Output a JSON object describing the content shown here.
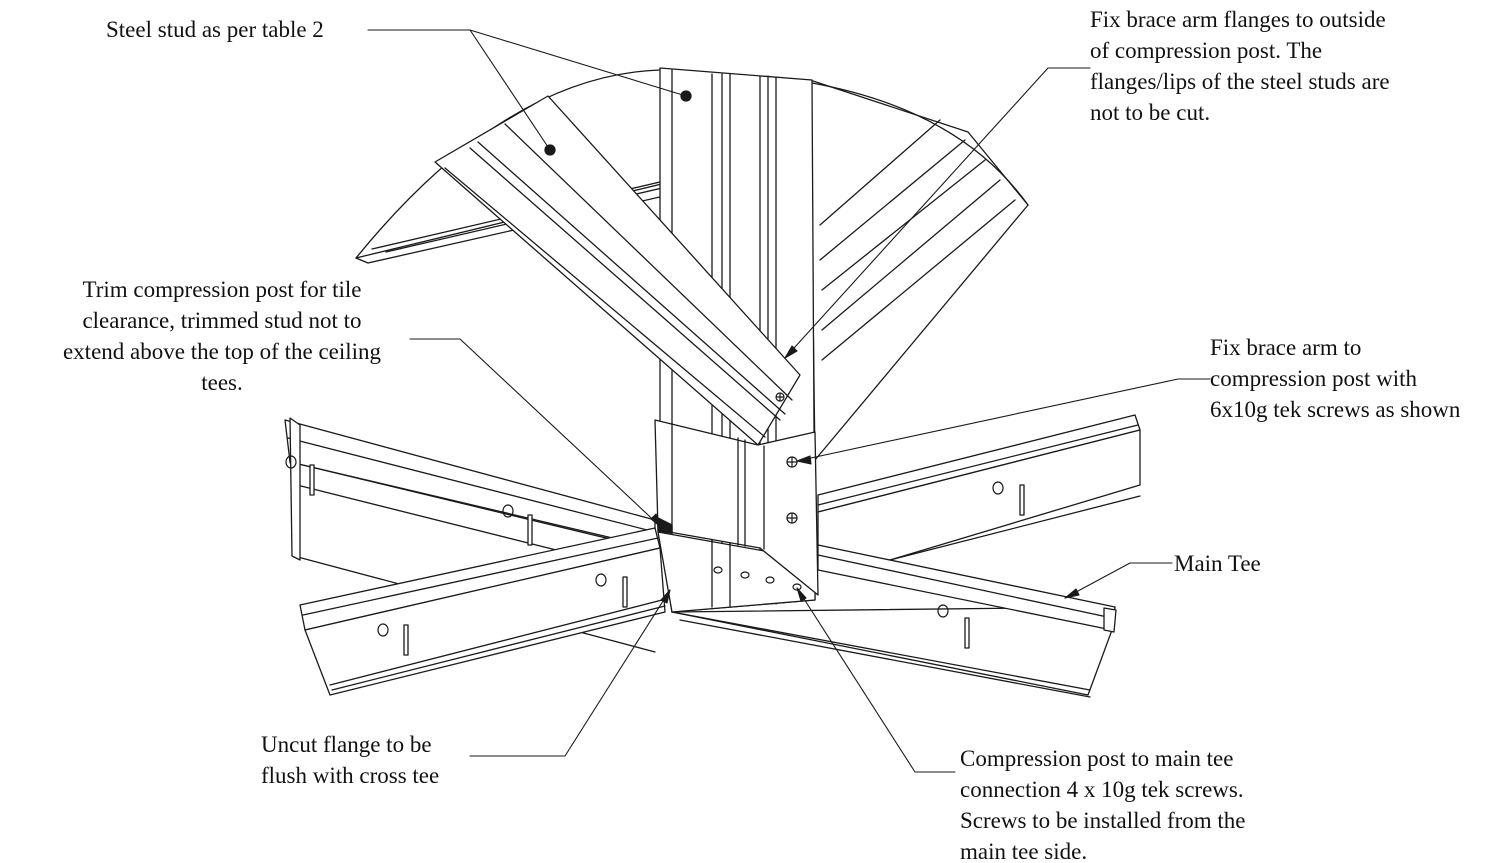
{
  "colors": {
    "line": "#1a1a1a",
    "fill": "#ffffff"
  },
  "labels": {
    "steel_stud": [
      "Steel stud as per table 2"
    ],
    "fix_flanges": [
      "Fix brace arm flanges to outside",
      "of compression post. The",
      "flanges/lips of the steel studs are",
      "not to be cut."
    ],
    "trim_post": [
      "Trim compression post for tile",
      "clearance, trimmed stud not to",
      "extend above the top of the ceiling",
      "tees."
    ],
    "fix_arm": [
      "Fix brace arm to",
      "compression post with",
      "6x10g tek screws as shown"
    ],
    "main_tee": [
      "Main Tee"
    ],
    "uncut_flange": [
      "Uncut flange to be",
      "flush with cross tee"
    ],
    "post_connection": [
      "Compression post to main tee",
      "connection 4 x 10g tek screws.",
      "Screws to be installed from the",
      "main tee side."
    ]
  }
}
